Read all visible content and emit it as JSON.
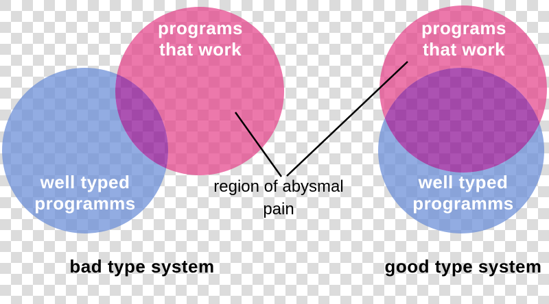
{
  "colors": {
    "checker_light": "#ffffff",
    "checker_dark": "#dcdcdc",
    "pink_hex": "#e44188",
    "blue_hex": "#698dd7",
    "overlap_hex": "#8a0b92",
    "pink_fill": "rgba(228,65,136,0.71)",
    "blue_fill": "rgba(105,141,215,0.73)",
    "overlap_fill": "rgba(138,11,146,0.71)",
    "label_text": "#ffffff",
    "dark_text": "#000000",
    "pointer_line": "#000000"
  },
  "diagrams": [
    {
      "caption": "bad type system",
      "pink_label": [
        "programs",
        "that work"
      ],
      "blue_label": [
        "well typed",
        "programms"
      ]
    },
    {
      "caption": "good type system",
      "pink_label": [
        "programs",
        "that work"
      ],
      "blue_label": [
        "well typed",
        "programms"
      ]
    }
  ],
  "annotation": {
    "lines": [
      "region of abysmal",
      "pain"
    ]
  }
}
